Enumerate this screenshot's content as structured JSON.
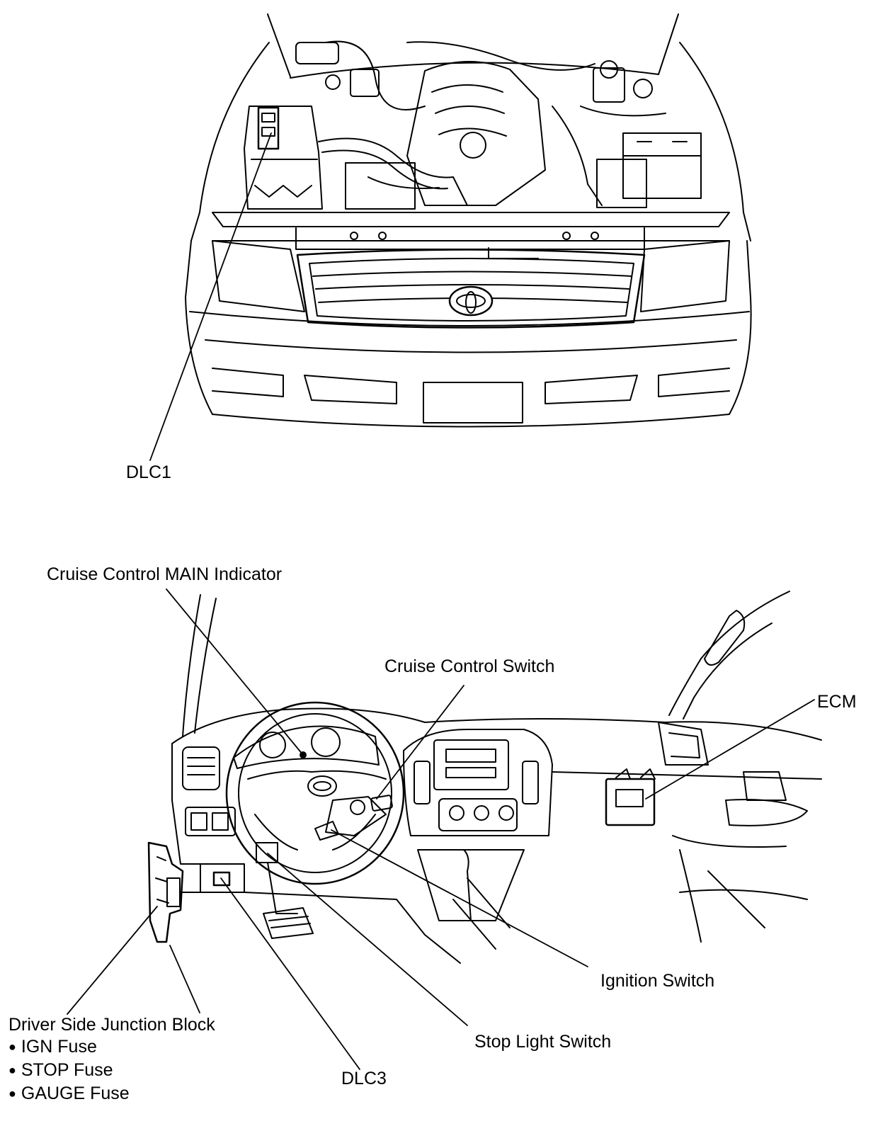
{
  "labels": {
    "dlc1": "DLC1",
    "cruise_main_indicator": "Cruise Control MAIN Indicator",
    "cruise_switch": "Cruise Control Switch",
    "ecm": "ECM",
    "ignition_switch": "Ignition Switch",
    "stop_light_switch": "Stop Light Switch",
    "dlc3": "DLC3",
    "junction_block": "Driver Side Junction Block"
  },
  "fuses": [
    "IGN Fuse",
    "STOP Fuse",
    "GAUGE Fuse"
  ],
  "colors": {
    "ink": "#000000",
    "paper": "#ffffff"
  }
}
